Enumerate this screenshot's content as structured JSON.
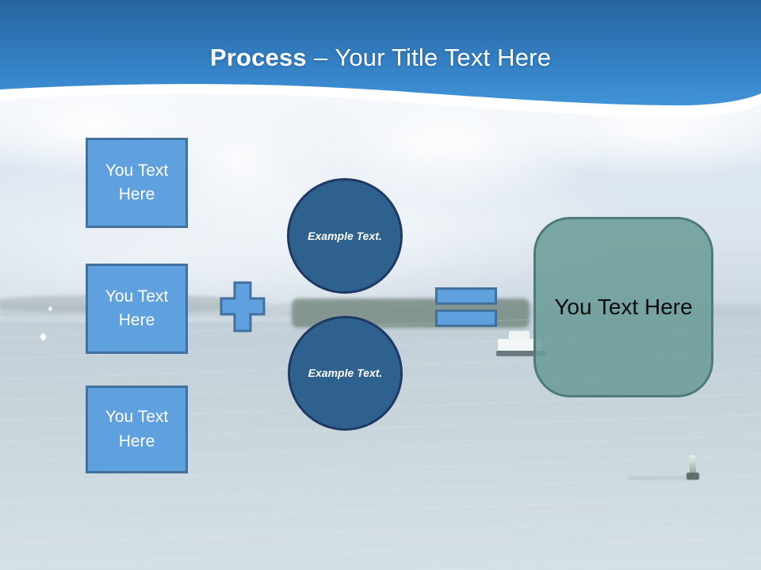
{
  "title": {
    "bold": "Process",
    "dash": "–",
    "regular": "Your Title Text Here"
  },
  "input_boxes": [
    {
      "label": "You Text Here"
    },
    {
      "label": "You Text Here"
    },
    {
      "label": "You Text Here"
    }
  ],
  "circles": [
    {
      "label": "Example Text."
    },
    {
      "label": "Example Text."
    }
  ],
  "icons": {
    "plus": "plus-shape",
    "equals": "equals-shape"
  },
  "result_box": {
    "label": "You Text Here"
  },
  "colors": {
    "accent_fill": "#5FA0DE",
    "accent_border": "#41719C",
    "circle_fill": "#2F618F",
    "circle_border": "#1F3864",
    "result_fill": "#6B9C98",
    "result_border": "#4E7B78",
    "header_top": "#27659F",
    "header_bottom": "#4193D8",
    "title_color": "#FFFFFF"
  }
}
